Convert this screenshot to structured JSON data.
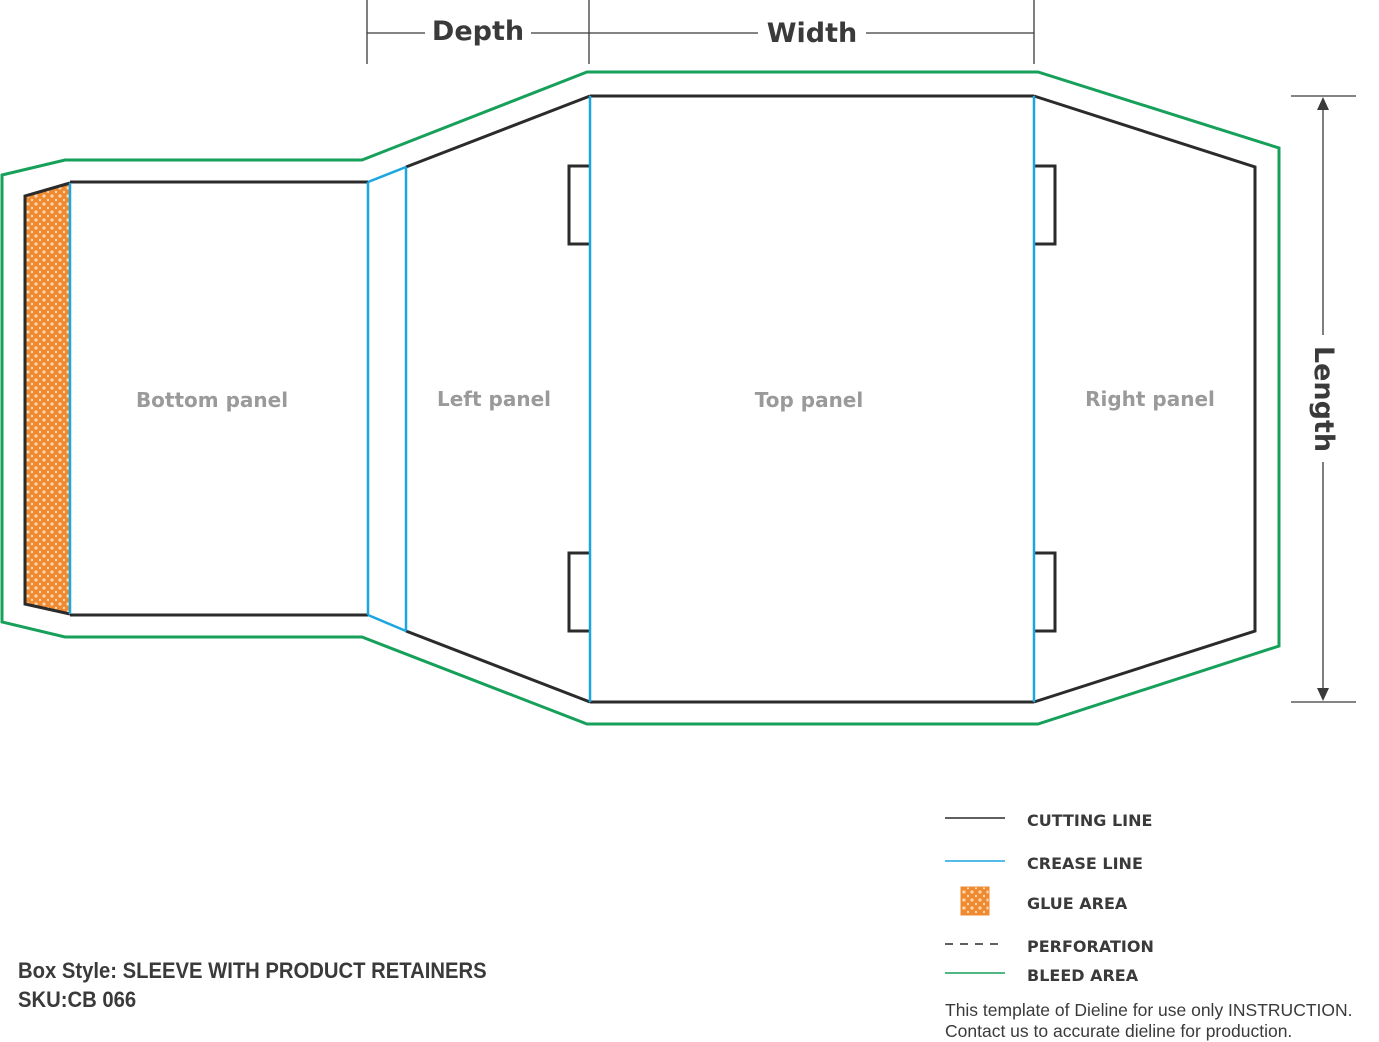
{
  "dimensions": {
    "depth": "Depth",
    "width": "Width",
    "length": "Length"
  },
  "panels": {
    "bottom": "Bottom panel",
    "left": "Left panel",
    "top": "Top panel",
    "right": "Right panel"
  },
  "legend": {
    "cutting": "CUTTING LINE",
    "crease": "CREASE LINE",
    "glue": "GLUE AREA",
    "perforation": "PERFORATION",
    "bleed": "BLEED AREA"
  },
  "box_info": {
    "style": "Box Style: SLEEVE WITH PRODUCT RETAINERS",
    "sku": "SKU:CB 066"
  },
  "note": {
    "line1": "This template of Dieline for use only INSTRUCTION.",
    "line2": "Contact us to accurate dieline for production."
  },
  "colors": {
    "cut": "#2b2b2b",
    "crease": "#1ba6e0",
    "bleed": "#16a05a",
    "glue": "#f08a30",
    "dimension": "#3a3a3a",
    "panel_label": "#9a9a9a"
  }
}
